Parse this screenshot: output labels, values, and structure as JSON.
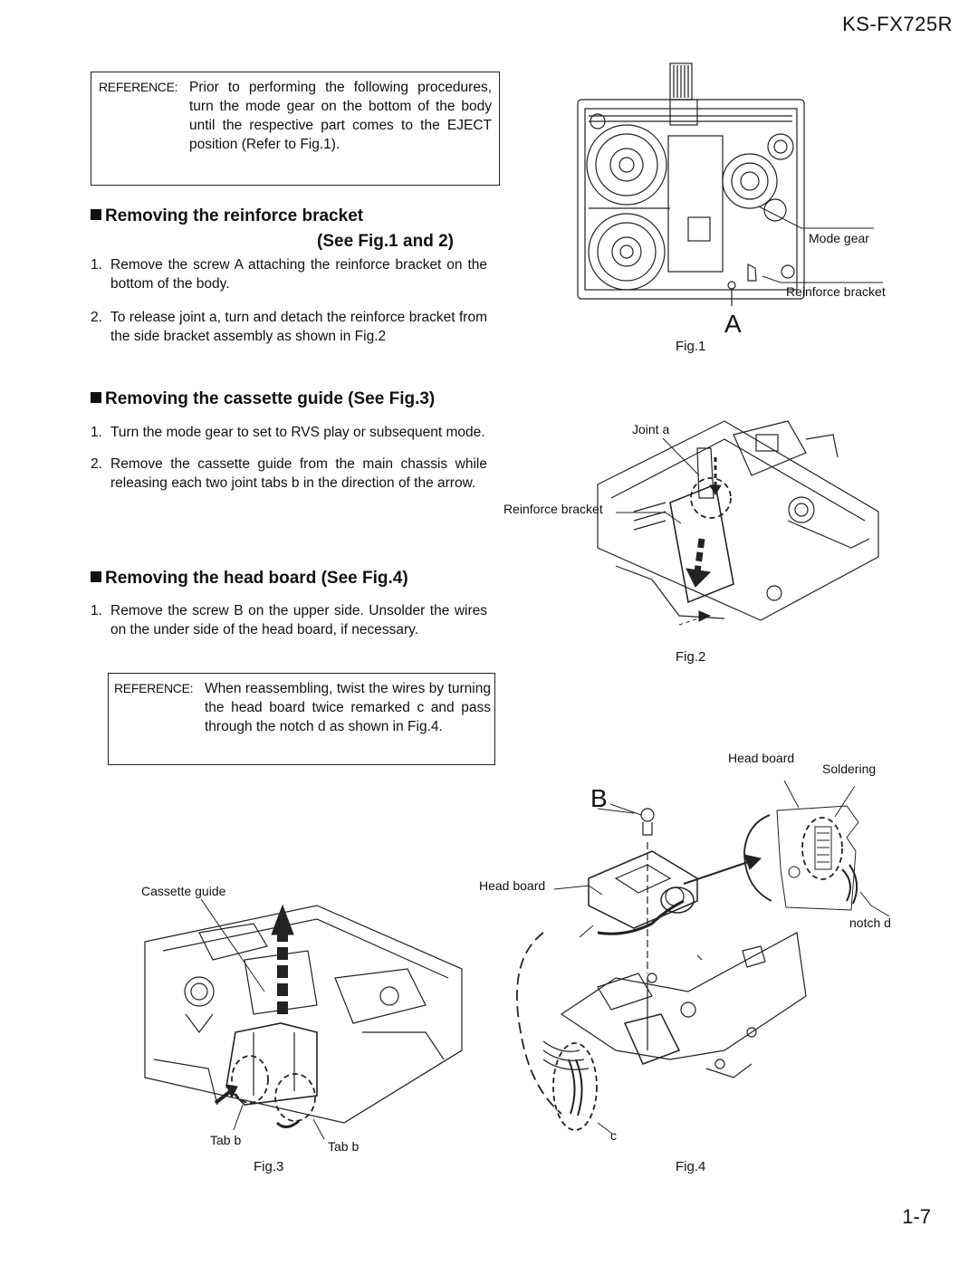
{
  "header": {
    "model": "KS-FX725R"
  },
  "footer": {
    "page_number": "1-7"
  },
  "ref1": {
    "label": "REFERENCE:",
    "text": "Prior to performing the following procedures, turn the mode gear on the bottom of the body until the respective part comes to the EJECT position (Refer to Fig.1)."
  },
  "sec1": {
    "title": "Removing the reinforce bracket",
    "subtitle": "(See Fig.1 and 2)",
    "steps": [
      {
        "num": "1.",
        "text": "Remove the screw A  attaching the reinforce bracket on the bottom of the body."
      },
      {
        "num": "2.",
        "text": "To release joint a, turn and detach the reinforce bracket from the side bracket assembly as shown in Fig.2"
      }
    ]
  },
  "sec2": {
    "title": "Removing the cassette guide (See Fig.3)",
    "steps": [
      {
        "num": "1.",
        "text": "Turn the mode gear to set to RVS play or subsequent mode."
      },
      {
        "num": "2.",
        "text": "Remove the cassette guide from the main chassis while releasing each two joint tabs b in the direction of the arrow."
      }
    ]
  },
  "sec3": {
    "title": "Removing the head board (See Fig.4)",
    "steps": [
      {
        "num": "1.",
        "text": "Remove the screw B  on the upper side. Unsolder the wires on the under side of the head board, if necessary."
      }
    ]
  },
  "ref2": {
    "label": "REFERENCE:",
    "text": "When reassembling, twist the wires by turning the head board twice remarked c and pass through the notch d as shown in Fig.4."
  },
  "fig1": {
    "caption": "Fig.1",
    "label_mode_gear": "Mode gear",
    "label_reinforce": "Reinforce bracket",
    "letter": "A"
  },
  "fig2": {
    "caption": "Fig.2",
    "label_joint": "Joint a",
    "label_reinforce": "Reinforce bracket"
  },
  "fig3": {
    "caption": "Fig.3",
    "label_cassette": "Cassette guide",
    "label_tab1": "Tab b",
    "label_tab2": "Tab b"
  },
  "fig4": {
    "caption": "Fig.4",
    "label_head_board_top": "Head board",
    "label_soldering": "Soldering",
    "label_head_board": "Head board",
    "label_notch": "notch d",
    "label_c": "c",
    "letter": "B"
  }
}
